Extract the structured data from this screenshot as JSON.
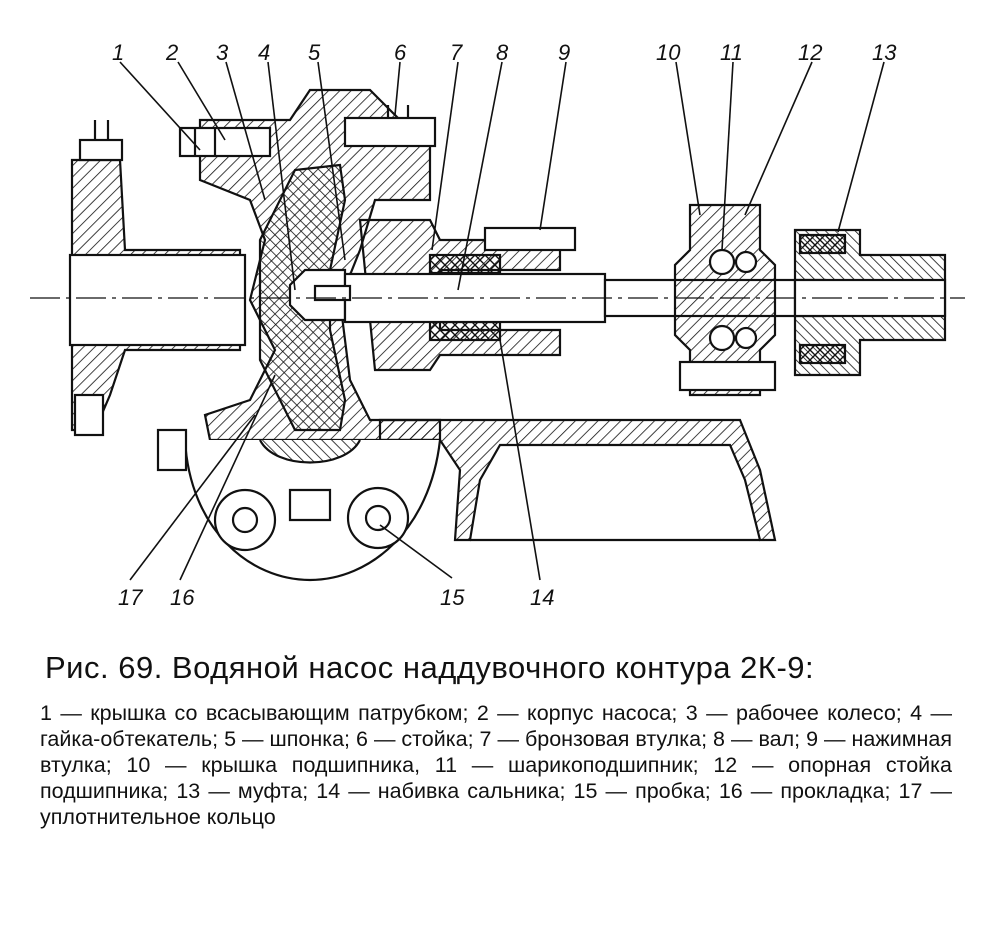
{
  "figure": {
    "callouts": [
      "1",
      "2",
      "3",
      "4",
      "5",
      "6",
      "7",
      "8",
      "9",
      "10",
      "11",
      "12",
      "13",
      "14",
      "15",
      "16",
      "17"
    ]
  },
  "caption": {
    "title": "Рис. 69. Водяной насос наддувочного контура 2К-9:",
    "legend": "1 — крышка со всасывающим патрубком; 2 — корпус насоса; 3 — рабочее колесо; 4 — гайка-обтекатель; 5 — шпонка; 6 — стойка; 7 — бронзовая втулка; 8 — вал; 9 — нажимная втулка; 10 — крышка подшипника, 11 — шарикоподшипник; 12 — опорная стойка подшипника; 13 — муфта; 14 — набивка сальника; 15 — пробка; 16 — прокладка; 17 — уплотнительное кольцо"
  }
}
